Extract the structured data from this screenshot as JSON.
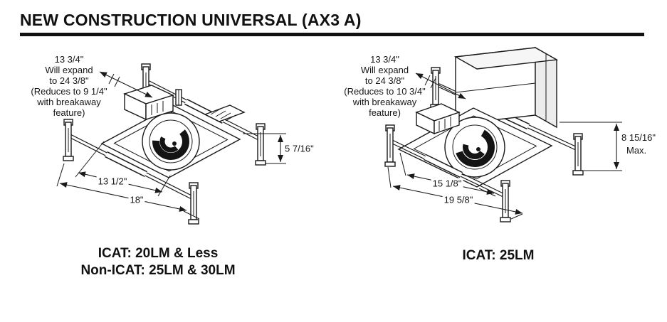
{
  "title": "NEW CONSTRUCTION UNIVERSAL (AX3 A)",
  "figures": [
    {
      "name": "new-construction-universal-shallow",
      "note": [
        "13 3/4\"",
        "Will expand",
        "to 24 3/8\"",
        "(Reduces to 9 1/4\"",
        "with breakaway",
        "feature)"
      ],
      "dims": {
        "height": "5 7/16\"",
        "frame_width": "13 1/2\"",
        "overall_width": "18\""
      },
      "caption": [
        "ICAT: 20LM & Less",
        "Non-ICAT: 25LM & 30LM"
      ]
    },
    {
      "name": "new-construction-universal-icat",
      "note": [
        "13 3/4\"",
        "Will expand",
        "to 24 3/8\"",
        "(Reduces to 10 3/4\"",
        "with breakaway",
        "feature)"
      ],
      "dims": {
        "height": "8 15/16\"",
        "height_qualifier": "Max.",
        "frame_width": "15 1/8\"",
        "overall_width": "19 5/8\""
      },
      "caption": [
        "ICAT: 25LM"
      ]
    }
  ],
  "colors": {
    "ink": "#1a1a1a",
    "paper": "#ffffff"
  }
}
